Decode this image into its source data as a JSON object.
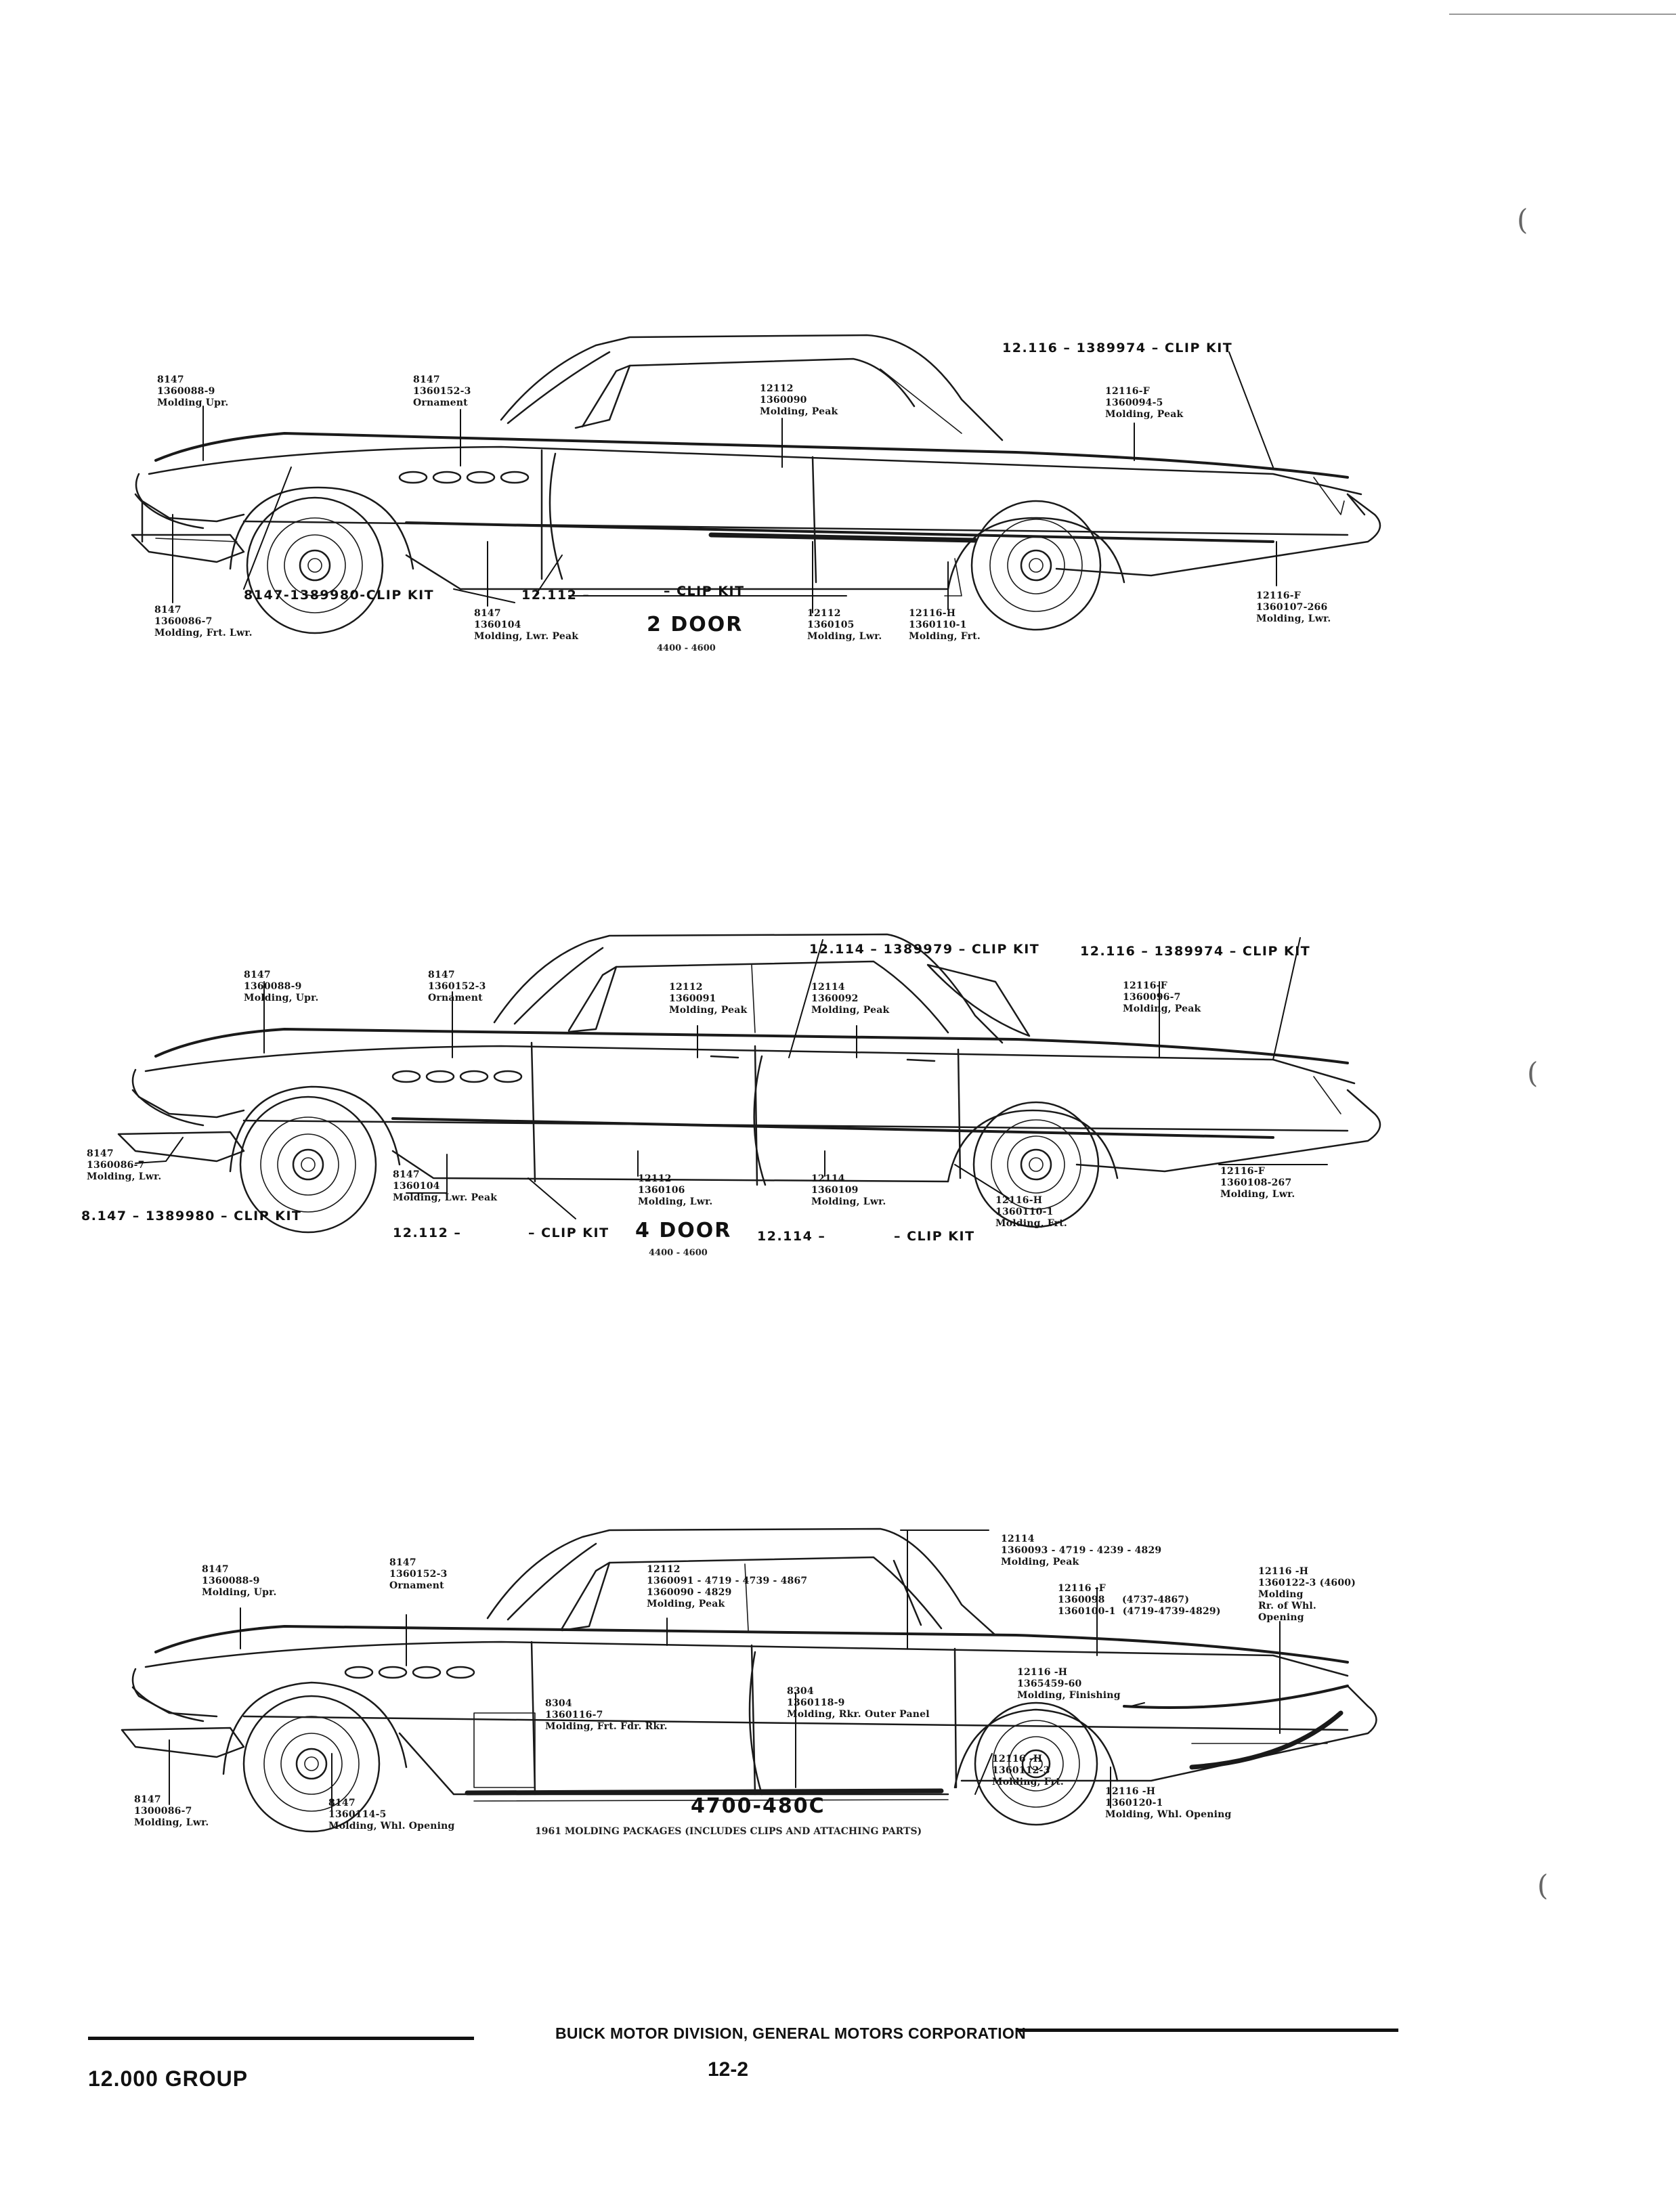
{
  "figure1": {
    "title": "2 DOOR",
    "series": "4400 - 4600",
    "clip_kit_top": "12.116 – 1389974 – CLIP KIT",
    "clip_kit_front": "8147-1389980-CLIP KIT",
    "clip_kit_mid_a": "12.112 –",
    "clip_kit_mid_b": "– CLIP KIT",
    "callouts": [
      {
        "group": "8147",
        "part": "1360088-9",
        "desc": "Molding Upr."
      },
      {
        "group": "8147",
        "part": "1360152-3",
        "desc": "Ornament"
      },
      {
        "group": "12112",
        "part": "1360090",
        "desc": "Molding, Peak"
      },
      {
        "group": "12116-F",
        "part": "1360094-5",
        "desc": "Molding, Peak"
      },
      {
        "group": "8147",
        "part": "1360086-7",
        "desc": "Molding, Frt. Lwr."
      },
      {
        "group": "8147",
        "part": "1360104",
        "desc": "Molding, Lwr. Peak"
      },
      {
        "group": "12112",
        "part": "1360105",
        "desc": "Molding, Lwr."
      },
      {
        "group": "12116-H",
        "part": "1360110-1",
        "desc": "Molding, Frt."
      },
      {
        "group": "12116-F",
        "part": "1360107-266",
        "desc": "Molding, Lwr."
      }
    ]
  },
  "figure2": {
    "title": "4 DOOR",
    "series": "4400 - 4600",
    "clip_kit_top1": "12.114 – 1389979 – CLIP KIT",
    "clip_kit_top2": "12.116 – 1389974 – CLIP KIT",
    "clip_kit_front": "8.147 – 1389980 – CLIP KIT",
    "clip_kit_mid1_a": "12.112 –",
    "clip_kit_mid1_b": "– CLIP KIT",
    "clip_kit_mid2_a": "12.114 –",
    "clip_kit_mid2_b": "– CLIP KIT",
    "callouts": [
      {
        "group": "8147",
        "part": "1360088-9",
        "desc": "Molding, Upr."
      },
      {
        "group": "8147",
        "part": "1360152-3",
        "desc": "Ornament"
      },
      {
        "group": "12112",
        "part": "1360091",
        "desc": "Molding, Peak"
      },
      {
        "group": "12114",
        "part": "1360092",
        "desc": "Molding, Peak"
      },
      {
        "group": "12116-F",
        "part": "1360096-7",
        "desc": "Molding, Peak"
      },
      {
        "group": "8147",
        "part": "1360086-7",
        "desc": "Molding, Lwr."
      },
      {
        "group": "8147",
        "part": "1360104",
        "desc": "Molding, Lwr. Peak"
      },
      {
        "group": "12112",
        "part": "1360106",
        "desc": "Molding, Lwr."
      },
      {
        "group": "12114",
        "part": "1360109",
        "desc": "Molding, Lwr."
      },
      {
        "group": "12116-F",
        "part": "1360108-267",
        "desc": "Molding, Lwr."
      },
      {
        "group": "12116-H",
        "part": "1360110-1",
        "desc": "Molding, Frt."
      }
    ]
  },
  "figure3": {
    "title": "4700-480C",
    "caption": "1961 MOLDING PACKAGES (INCLUDES CLIPS AND ATTACHING PARTS)",
    "callouts": [
      {
        "group": "8147",
        "part": "1360088-9",
        "desc": "Molding, Upr."
      },
      {
        "group": "8147",
        "part": "1360152-3",
        "desc": "Ornament"
      },
      {
        "group": "12112",
        "part": "1360091 - 4719 - 4739 - 4867",
        "part2": "1360090 - 4829",
        "desc": "Molding, Peak"
      },
      {
        "group": "12114",
        "part": "1360093 - 4719 - 4239 - 4829",
        "desc": "Molding, Peak"
      },
      {
        "group": "12116 -F",
        "part": "1360098     (4737-4867)",
        "part2": "1360100-1  (4719-4739-4829)"
      },
      {
        "group": "12116 -H",
        "part": "1360122-3 (4600)",
        "desc": "Molding",
        "desc2": "Rr. of Whl.",
        "desc3": "Opening"
      },
      {
        "group": "12116 -H",
        "part": "1365459-60",
        "desc": "Molding, Finishing"
      },
      {
        "group": "8304",
        "part": "1360116-7",
        "desc": "Molding, Frt. Fdr. Rkr."
      },
      {
        "group": "8304",
        "part": "1360118-9",
        "desc": "Molding, Rkr. Outer Panel"
      },
      {
        "group": "12116 -H",
        "part": "1360112-3",
        "desc": "Molding, Frt."
      },
      {
        "group": "12116 -H",
        "part": "1360120-1",
        "desc": "Molding, Whl. Opening"
      },
      {
        "group": "8147",
        "part": "1300086-7",
        "desc": "Molding, Lwr."
      },
      {
        "group": "8147",
        "part": "1360114-5",
        "desc": "Molding, Whl. Opening"
      }
    ]
  },
  "footer": {
    "company": "BUICK MOTOR DIVISION, GENERAL MOTORS CORPORATION",
    "group": "12.000 GROUP",
    "page": "12-2"
  }
}
